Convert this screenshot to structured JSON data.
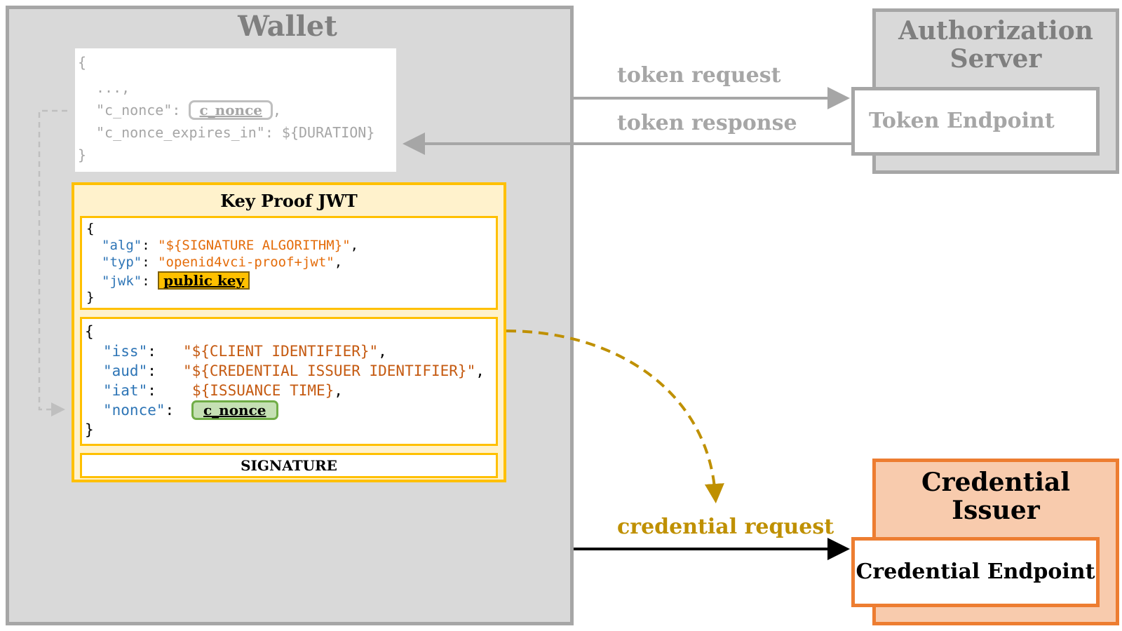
{
  "wallet": {
    "title": "Wallet"
  },
  "nonce_response": {
    "open": "{",
    "ellipsis": "...,",
    "c_nonce_key": "\"c_nonce\":",
    "c_nonce_value": "c_nonce",
    "c_nonce_comma": ",",
    "expires_line": "\"c_nonce_expires_in\": ${DURATION}",
    "close": "}"
  },
  "key_proof_jwt": {
    "title": "Key Proof JWT",
    "header": {
      "open": "{",
      "alg_key": "\"alg\"",
      "alg_value": "\"${SIGNATURE ALGORITHM}\"",
      "typ_key": "\"typ\"",
      "typ_value": "\"openid4vci-proof+jwt\"",
      "jwk_key": "\"jwk\"",
      "jwk_value": "public key",
      "close": "}"
    },
    "payload": {
      "open": "{",
      "iss_key": "\"iss\"",
      "iss_value": "\"${CLIENT IDENTIFIER}\"",
      "aud_key": "\"aud\"",
      "aud_value": "\"${CREDENTIAL ISSUER IDENTIFIER}\"",
      "iat_key": "\"iat\"",
      "iat_value": "${ISSUANCE TIME}",
      "nonce_key": "\"nonce\"",
      "nonce_value": "c_nonce",
      "close": "}"
    },
    "signature": "SIGNATURE"
  },
  "authorization_server": {
    "title_line1": "Authorization",
    "title_line2": "Server",
    "endpoint": "Token Endpoint"
  },
  "credential_issuer": {
    "title_line1": "Credential",
    "title_line2": "Issuer",
    "endpoint": "Credential Endpoint"
  },
  "arrows": {
    "token_request": "token request",
    "token_response": "token response",
    "credential_request": "credential request"
  },
  "colors": {
    "wallet_bg": "#d9d9d9",
    "grey_border": "#a6a6a6",
    "jwt_border": "#ffc000",
    "jwt_bg": "#fff2cc",
    "key_color": "#2e75b6",
    "value_color": "#e46c0a",
    "issuer_bg": "#f8cbad",
    "issuer_border": "#ed7d31",
    "credential_arrow": "#bf9000"
  }
}
